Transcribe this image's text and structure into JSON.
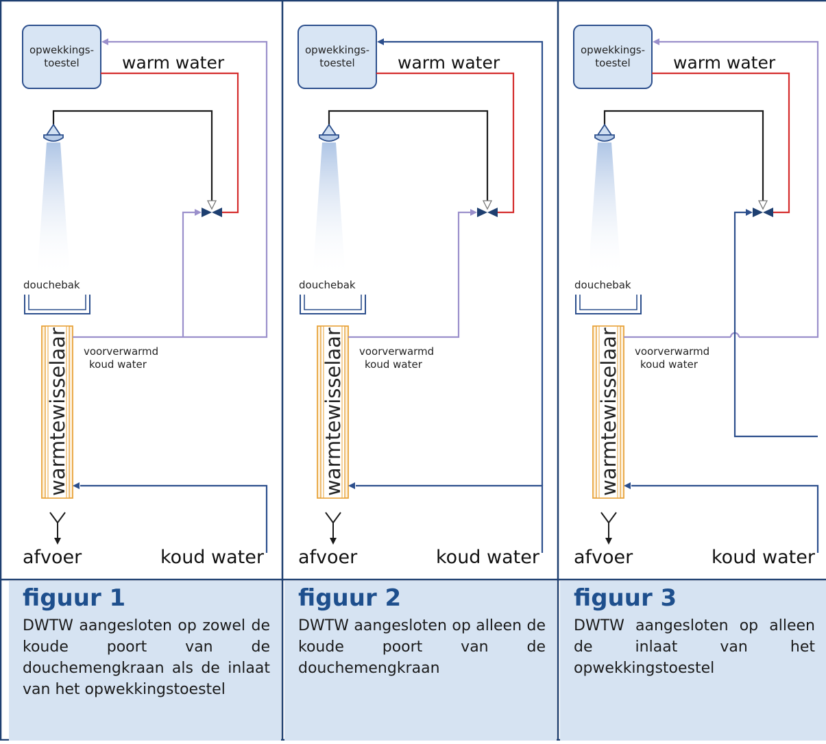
{
  "labels": {
    "heater_line1": "opwekkings-",
    "heater_line2": "toestel",
    "warm_water": "warm water",
    "douchebak": "douchebak",
    "preheated_line1": "voorverwarmd",
    "preheated_line2": "koud water",
    "heat_exchanger": "warmtewisselaar",
    "drain": "afvoer",
    "cold_water": "koud water"
  },
  "panels": [
    {
      "title": "figuur 1",
      "description": "DWTW aangesloten op zowel de koude poort van de douchemengkraan als de inlaat van het opwekkingstoestel"
    },
    {
      "title": "figuur 2",
      "description": "DWTW aangesloten op alleen de koude poort van de douchemengkraan"
    },
    {
      "title": "figuur 3",
      "description": "DWTW aangesloten op alleen de inlaat van het opwekkingstoestel"
    }
  ],
  "colors": {
    "frame": "#1e3f70",
    "caption_bg": "#d6e3f2",
    "caption_title": "#1e4f8d",
    "heater_fill": "#d8e5f4",
    "hot_pipe": "#d42b2b",
    "mixed_pipe": "#1a1a1a",
    "cold_pipe": "#2b4e8c",
    "preheated_pipe": "#9a8fcb",
    "exchanger_stripe": "#e8a33a"
  }
}
